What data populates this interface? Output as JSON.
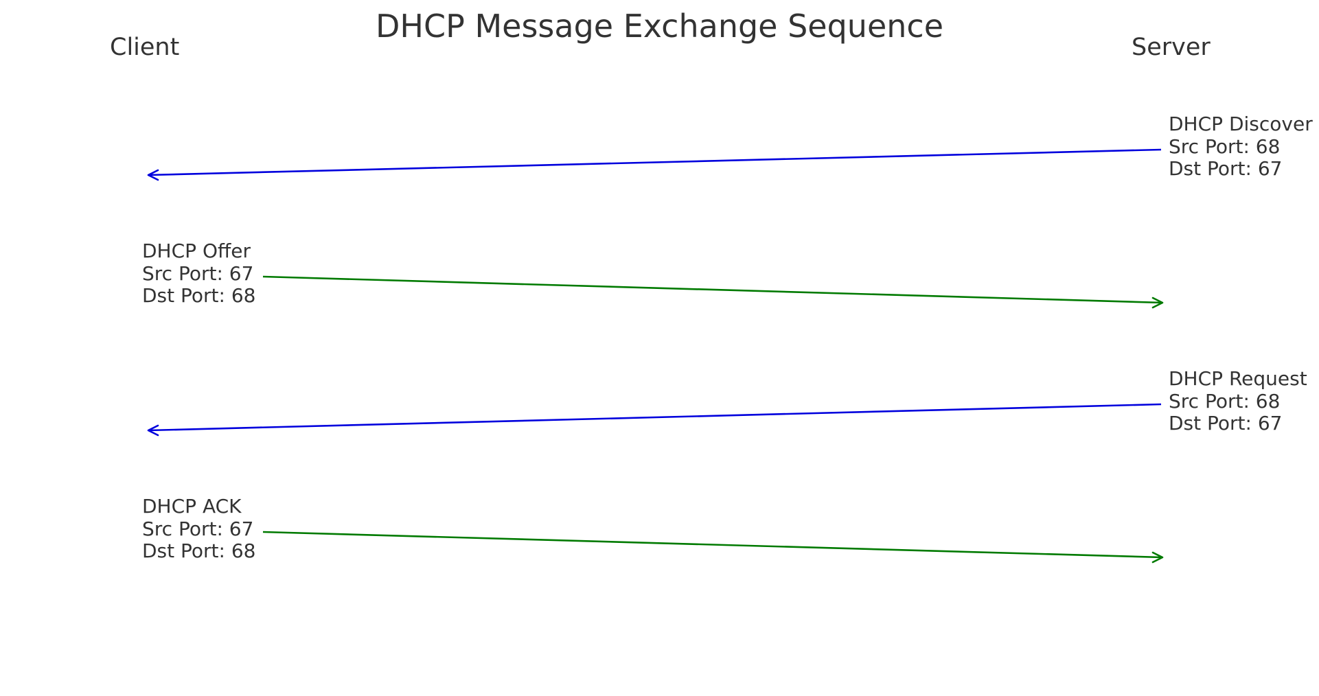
{
  "title": "DHCP Message Exchange Sequence",
  "participants": {
    "client": "Client",
    "server": "Server"
  },
  "messages": [
    {
      "name": "DHCP Discover",
      "src_port": "Src Port: 68",
      "dst_port": "Dst Port: 67",
      "color": "#0000dd",
      "direction": "server-to-client"
    },
    {
      "name": "DHCP Offer",
      "src_port": "Src Port: 67",
      "dst_port": "Dst Port: 68",
      "color": "#007a00",
      "direction": "client-to-server"
    },
    {
      "name": "DHCP Request",
      "src_port": "Src Port: 68",
      "dst_port": "Dst Port: 67",
      "color": "#0000dd",
      "direction": "server-to-client"
    },
    {
      "name": "DHCP ACK",
      "src_port": "Src Port: 67",
      "dst_port": "Dst Port: 68",
      "color": "#007a00",
      "direction": "client-to-server"
    }
  ]
}
